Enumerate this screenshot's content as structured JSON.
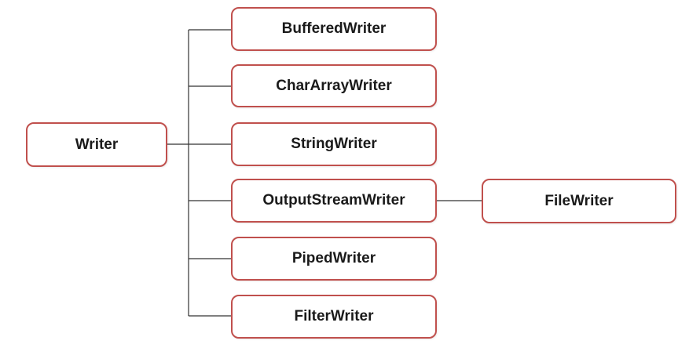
{
  "diagram": {
    "root": "Writer",
    "children": [
      "BufferedWriter",
      "CharArrayWriter",
      "StringWriter",
      "OutputStreamWriter",
      "PipedWriter",
      "FilterWriter"
    ],
    "grandchild": "FileWriter",
    "edges": [
      [
        "Writer",
        "BufferedWriter"
      ],
      [
        "Writer",
        "CharArrayWriter"
      ],
      [
        "Writer",
        "StringWriter"
      ],
      [
        "Writer",
        "OutputStreamWriter"
      ],
      [
        "Writer",
        "PipedWriter"
      ],
      [
        "Writer",
        "FilterWriter"
      ],
      [
        "OutputStreamWriter",
        "FileWriter"
      ]
    ]
  },
  "colors": {
    "node_border": "#c0504d",
    "connector": "#333333",
    "text": "#1a1a1a",
    "background": "#ffffff"
  }
}
